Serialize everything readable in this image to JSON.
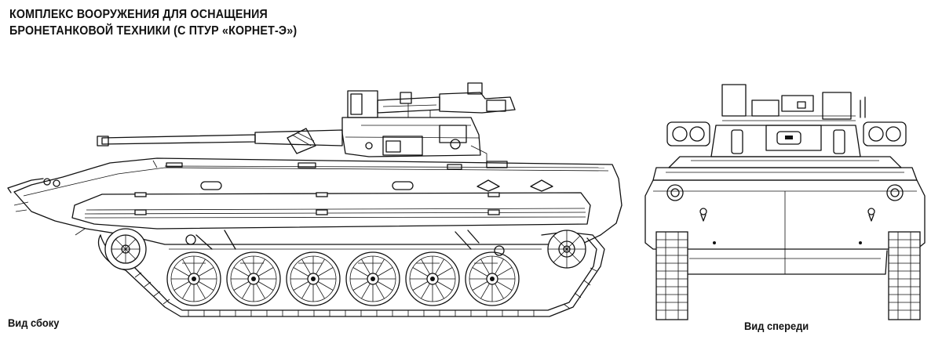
{
  "title": {
    "line1": "КОМПЛЕКС ВООРУЖЕНИЯ ДЛЯ ОСНАЩЕНИЯ",
    "line2": "БРОНЕТАНКОВОЙ ТЕХНИКИ (С ПТУР «КОРНЕТ-Э»)"
  },
  "views": {
    "side_label": "Вид сбоку",
    "front_label": "Вид спереди"
  },
  "side_view": {
    "road_wheel_count": 6
  }
}
